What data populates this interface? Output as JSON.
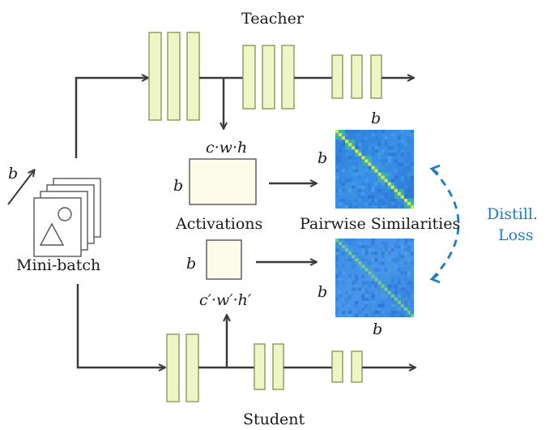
{
  "labels": {
    "teacher": "Teacher",
    "student": "Student",
    "mini_batch": "Mini-batch",
    "activations": "Activations",
    "pairwise_similarities": "Pairwise Similarities",
    "distill_line1": "Distill.",
    "distill_line2": "Loss",
    "b": "b",
    "teacher_dims": "c·w·h",
    "student_dims": "c′·w′·h′"
  },
  "colors": {
    "layer_fill": "#eef6c8",
    "layer_stroke": "#8a9a55",
    "activation_fill": "#fdfbea",
    "arrow": "#3a3a3a",
    "loss_blue": "#1f7cc2"
  }
}
